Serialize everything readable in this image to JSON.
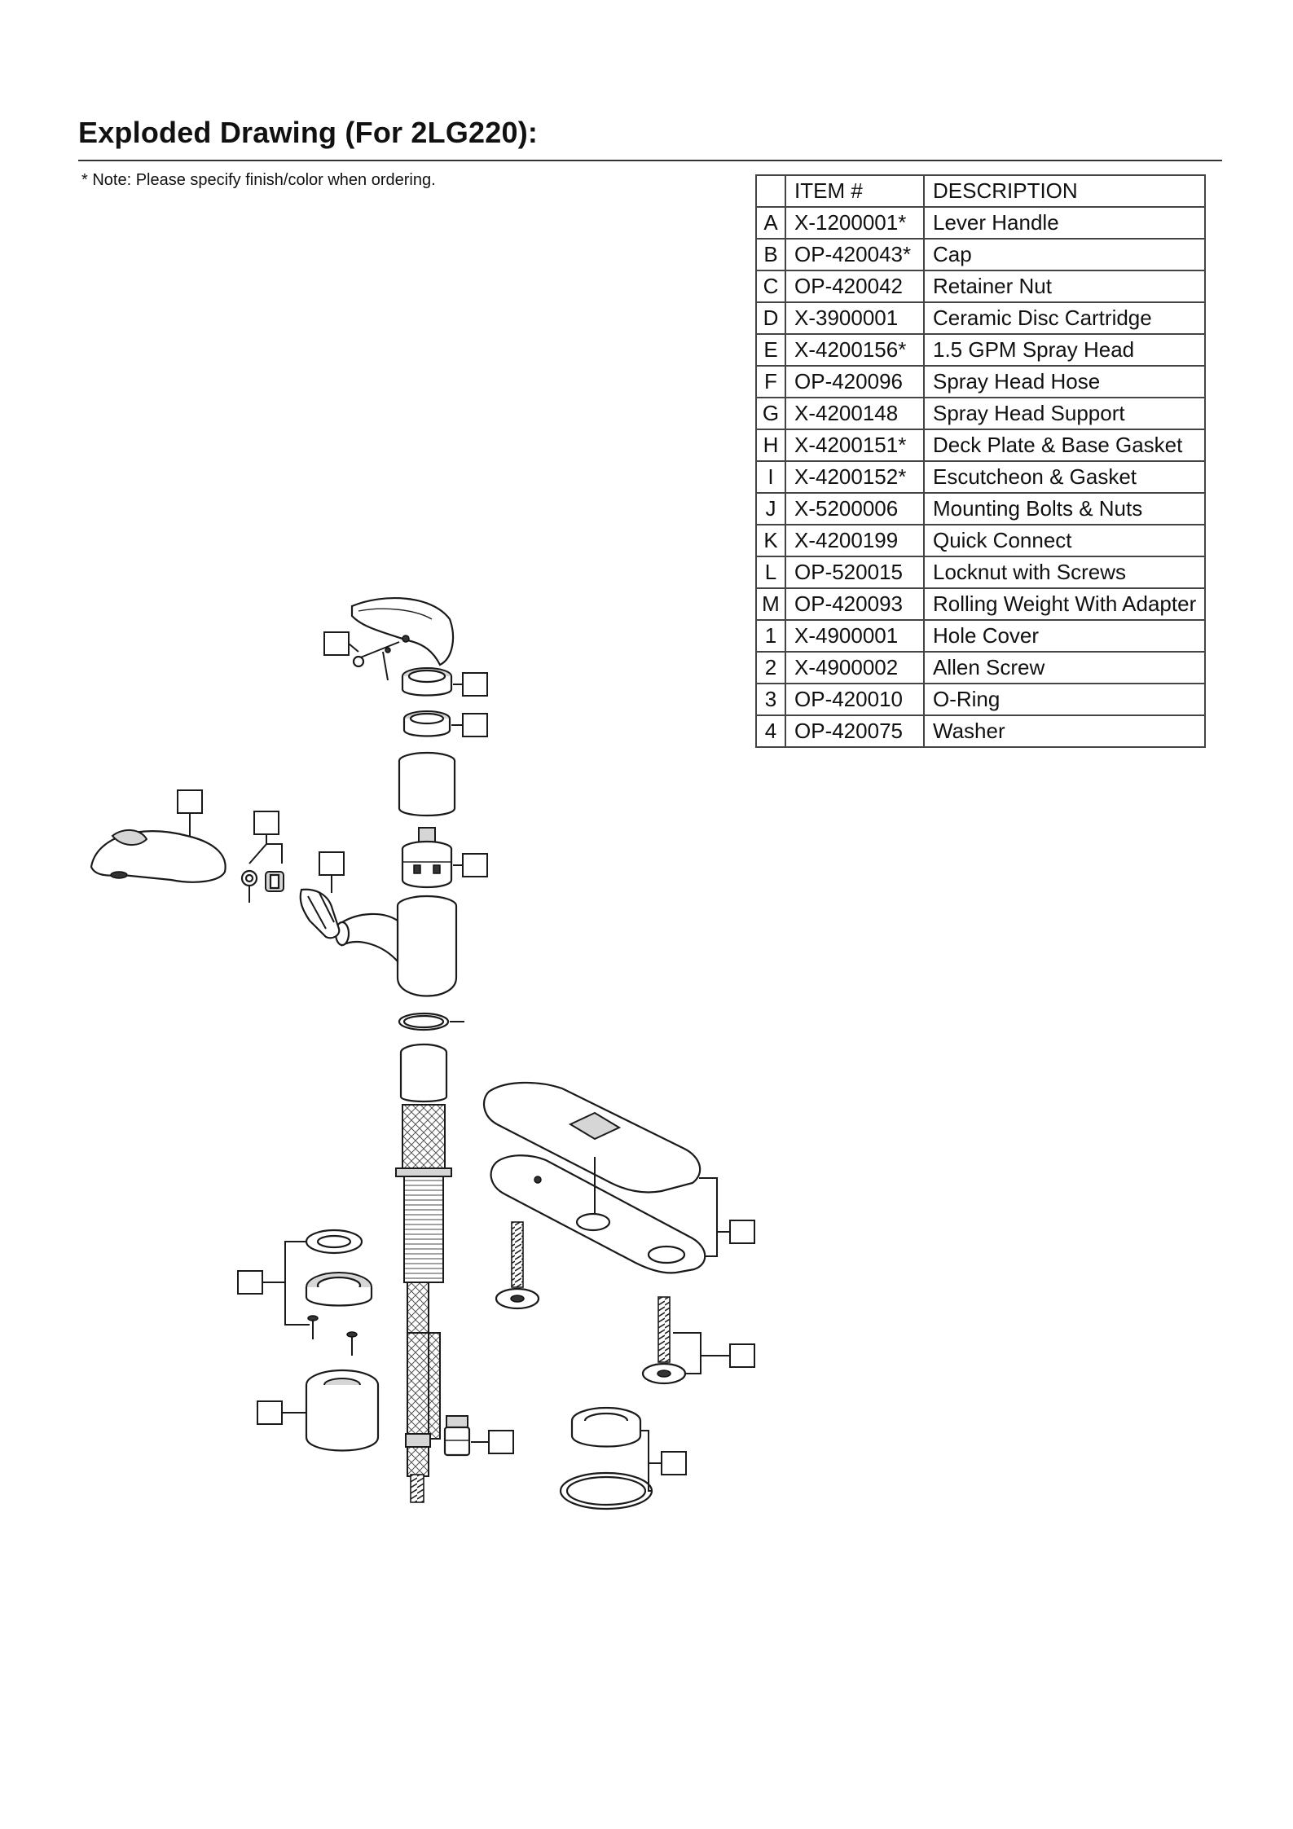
{
  "page": {
    "title": "Exploded Drawing (For 2LG220):",
    "note": "* Note: Please specify finish/color when ordering."
  },
  "table": {
    "headers": [
      "",
      "ITEM #",
      "DESCRIPTION"
    ],
    "rows": [
      [
        "A",
        "X-1200001*",
        "Lever Handle"
      ],
      [
        "B",
        "OP-420043*",
        "Cap"
      ],
      [
        "C",
        "OP-420042",
        "Retainer Nut"
      ],
      [
        "D",
        "X-3900001",
        "Ceramic Disc Cartridge"
      ],
      [
        "E",
        "X-4200156*",
        "1.5 GPM Spray Head"
      ],
      [
        "F",
        "OP-420096",
        "Spray Head Hose"
      ],
      [
        "G",
        "X-4200148",
        "Spray Head Support"
      ],
      [
        "H",
        "X-4200151*",
        "Deck Plate & Base Gasket"
      ],
      [
        "I",
        "X-4200152*",
        "Escutcheon & Gasket"
      ],
      [
        "J",
        "X-5200006",
        "Mounting Bolts & Nuts"
      ],
      [
        "K",
        "X-4200199",
        "Quick Connect"
      ],
      [
        "L",
        "OP-520015",
        "Locknut with Screws"
      ],
      [
        "M",
        "OP-420093",
        "Rolling Weight With Adapter"
      ],
      [
        "1",
        "X-4900001",
        "Hole Cover"
      ],
      [
        "2",
        "X-4900002",
        "Allen Screw"
      ],
      [
        "3",
        "OP-420010",
        "O-Ring"
      ],
      [
        "4",
        "OP-420075",
        "Washer"
      ]
    ]
  }
}
